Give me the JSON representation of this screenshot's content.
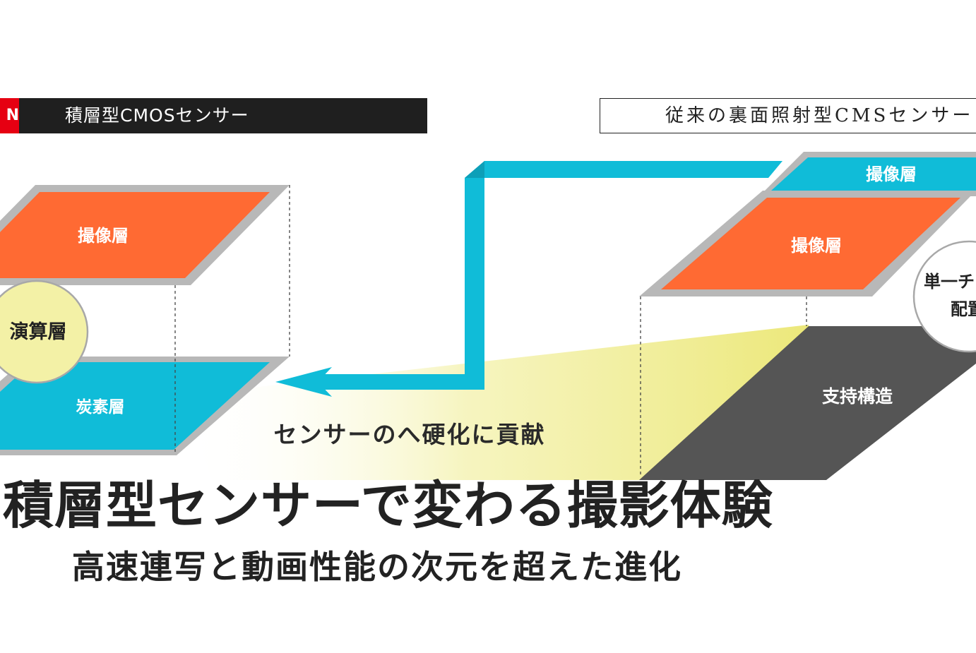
{
  "header_left": {
    "badge": "N",
    "title": "積層型CMOSセンサー"
  },
  "header_right": {
    "title": "従来の裏面照射型CMSセンサー"
  },
  "left_stack": {
    "top_layer": "撮像層",
    "middle_circle": "演算層",
    "bottom_layer": "炭素層"
  },
  "right_stack": {
    "top_layer": "撮像層",
    "middle_layer": "撮像層",
    "circle_line1": "単一チ",
    "circle_line2": "配置",
    "bottom_layer": "支持構造"
  },
  "arrow_caption": "センサーのへ硬化に貢献",
  "main_title": "積層型センサーで変わる撮影体験",
  "sub_title": "高速連写と動画性能の次元を超えた進化",
  "colors": {
    "orange": "#ff6a33",
    "cyan": "#10bcd8",
    "yellow": "#f3f1a6",
    "gray_frame": "#b8b8b8",
    "dark_support": "#555555",
    "badge_red": "#e60012",
    "header_dark": "#1f1f1f"
  }
}
